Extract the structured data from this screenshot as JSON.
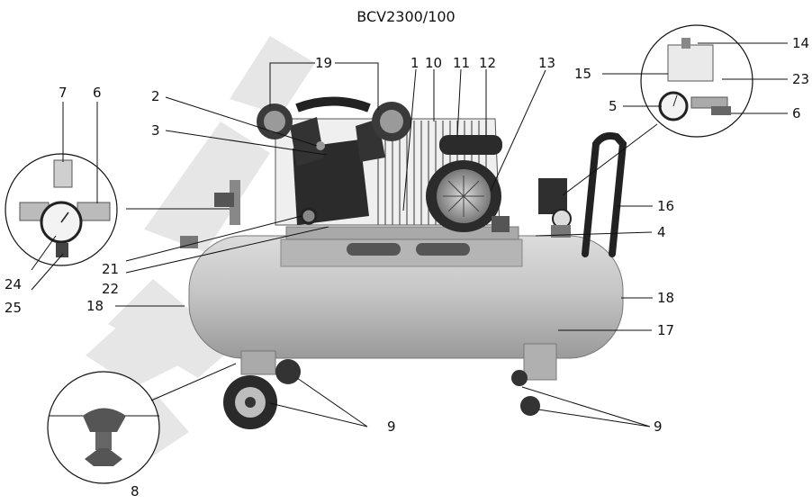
{
  "title": "BCV2300/100",
  "labels": {
    "l1": "1",
    "l2": "2",
    "l3": "3",
    "l4": "4",
    "l5": "5",
    "l6a": "6",
    "l6b": "6",
    "l7": "7",
    "l8": "8",
    "l9a": "9",
    "l9b": "9",
    "l10": "10",
    "l11": "11",
    "l12": "12",
    "l13": "13",
    "l14": "14",
    "l15": "15",
    "l16": "16",
    "l17": "17",
    "l18a": "18",
    "l18b": "18",
    "l19": "19",
    "l21": "21",
    "l22": "22",
    "l23": "23",
    "l24": "24",
    "l25": "25"
  },
  "colors": {
    "tank": "#c9c9c9",
    "dark": "#2b2b2b",
    "line": "#111111",
    "watermark": "#e4e4e4"
  }
}
